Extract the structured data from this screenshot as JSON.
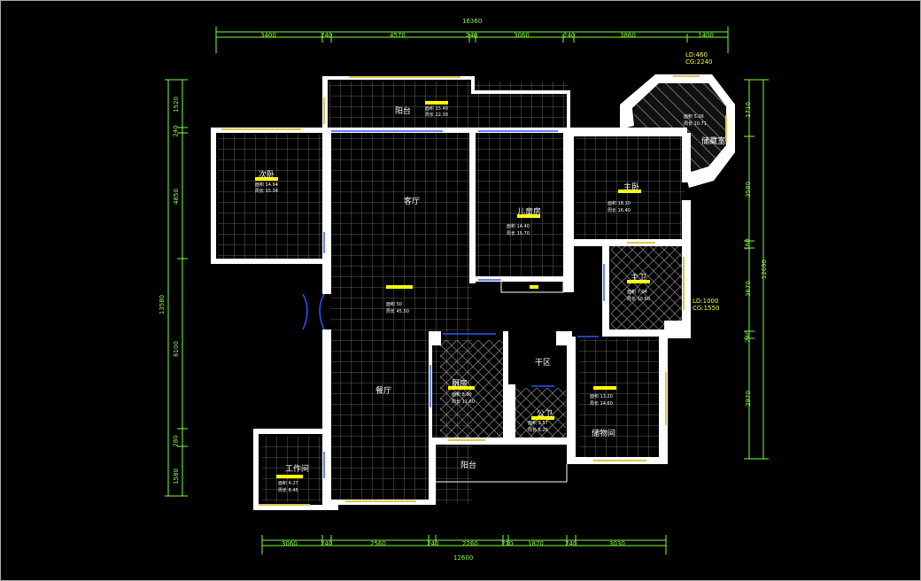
{
  "rooms": {
    "balcony_top": "阳台",
    "bedroom_left": "次卧",
    "living": "客厅",
    "child_room": "儿童房",
    "master": "主卧",
    "bay": "储藏室",
    "bath_master": "主卫",
    "dry_area": "干区",
    "kitchen": "厨房",
    "bath": "公卫",
    "dining": "餐厅",
    "study": "工作间",
    "balcony_bottom": "阳台",
    "storage": "储物间"
  },
  "area_labels": {
    "area": "面积",
    "perimeter": "周长"
  },
  "room_values": {
    "balcony_top": [
      "15.40",
      "22.30"
    ],
    "bedroom_left": [
      "14.94",
      "15.34"
    ],
    "living": [
      "50",
      "45.50"
    ],
    "child_room": [
      "14.40",
      "15.70"
    ],
    "master": [
      "18.10",
      "16.40"
    ],
    "bay": [
      "5.26",
      "10.71"
    ],
    "bath_master": [
      "7.04",
      "10.60"
    ],
    "kitchen": [
      "8.00",
      "11.60"
    ],
    "bath": [
      "3.57",
      "8.20"
    ],
    "storage": [
      "13.20",
      "14.60"
    ],
    "study": [
      "4.27",
      "8.45"
    ]
  },
  "dims_top": {
    "total": "16360",
    "parts": [
      "3400",
      "240",
      "4570",
      "240",
      "3060",
      "240",
      "3860",
      "1400"
    ]
  },
  "dims_bottom": {
    "total": "12600",
    "parts": [
      "3060",
      "240",
      "2560",
      "240",
      "2260",
      "210",
      "1870",
      "240",
      "3030"
    ]
  },
  "dims_left": {
    "total": "13580",
    "parts": [
      "1520",
      "240",
      "4850",
      "6100",
      "280",
      "1580"
    ]
  },
  "dims_right": {
    "total": "12690",
    "parts": [
      "1710",
      "3580",
      "160",
      "3670",
      "240",
      "2970"
    ]
  },
  "notes": {
    "top_right_1": "LD:460",
    "top_right_2": "CG:2240",
    "mid_right_1": "LD:1000",
    "mid_right_2": "CG:1550"
  },
  "colors": {
    "wall": "#ffffff",
    "grid": "#7a7a7a",
    "dim": "#7dff3a",
    "label": "#ffff00",
    "door": "#1f4fff",
    "window": "#d4c24a"
  }
}
